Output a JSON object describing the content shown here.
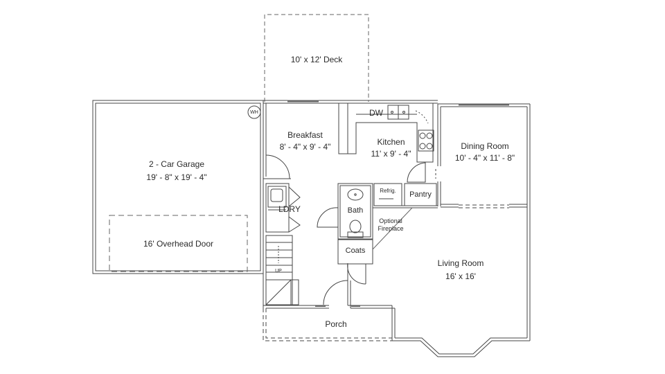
{
  "plan": {
    "line_color": "#444444",
    "background": "#ffffff",
    "rooms": {
      "deck": {
        "label": "10' x 12' Deck"
      },
      "garage": {
        "name": "2 - Car Garage",
        "dims": "19' - 8\" x 19' - 4\""
      },
      "overhead_door": {
        "label": "16' Overhead Door"
      },
      "water_heater": {
        "label": "WH"
      },
      "breakfast": {
        "name": "Breakfast",
        "dims": "8' - 4\" x 9' - 4\""
      },
      "kitchen": {
        "name": "Kitchen",
        "dims": "11' x 9' - 4\""
      },
      "dishwasher": {
        "label": "DW"
      },
      "dining": {
        "name": "Dining Room",
        "dims": "10' - 4\" x 11' - 8\""
      },
      "laundry": {
        "label": "LDRY"
      },
      "stairs": {
        "label": "UP"
      },
      "bath": {
        "label": "Bath"
      },
      "refrigerator": {
        "label": "Refrig."
      },
      "pantry": {
        "label": "Pantry"
      },
      "fireplace": {
        "line1": "Optional",
        "line2": "Fireplace"
      },
      "coats": {
        "label": "Coats"
      },
      "living": {
        "name": "Living Room",
        "dims": "16' x 16'"
      },
      "porch": {
        "label": "Porch"
      }
    }
  }
}
